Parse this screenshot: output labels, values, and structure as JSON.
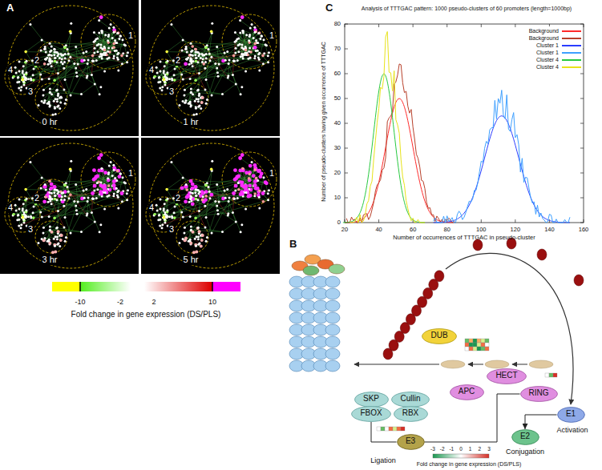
{
  "diagram": {
    "nodes": [
      {
        "text": [
          "DUB"
        ]
      },
      {
        "text": [
          "SKP"
        ]
      },
      {
        "text": [
          "Cullin"
        ]
      },
      {
        "text": [
          "FBOX"
        ]
      },
      {
        "text": [
          "RBX"
        ]
      },
      {
        "text": [
          "APC"
        ]
      },
      {
        "text": [
          "HECT"
        ]
      },
      {
        "text": [
          "RING"
        ]
      },
      {
        "text": [
          "E1"
        ]
      },
      {
        "text": [
          "E2"
        ]
      },
      {
        "text": [
          "E3"
        ]
      }
    ],
    "edges": [
      {
        "from": 10,
        "to": 3,
        "arrow": "none"
      },
      {
        "from": 10,
        "to": 7,
        "arrow": "none"
      },
      {
        "from": 8,
        "to": 9,
        "arrow": "to"
      }
    ],
    "labels": [
      "A",
      "0 hr",
      "1 hr",
      "3 hr",
      "5 hr",
      "1",
      "2",
      "3",
      "4",
      "1",
      "2",
      "3",
      "4",
      "1",
      "2",
      "3",
      "4",
      "1",
      "2",
      "3",
      "4",
      "-10",
      "-2",
      "2",
      "10",
      "Fold change in gene expression (DS/PLS)",
      "C",
      "Analysis of TTTGAC pattern: 1000 pseudo-clusters of 60 promoters (length=1000bp)",
      "Number of pseudo-clusters having given occurrence of TTTGAC",
      "Number of occurrences of TTTGAC in pseudo-cluster",
      "0",
      "10",
      "20",
      "30",
      "40",
      "50",
      "60",
      "70",
      "80",
      "20",
      "40",
      "60",
      "80",
      "100",
      "120",
      "140",
      "160",
      "B",
      "Activation",
      "Conjugation",
      "Ligation",
      "-3",
      "-2",
      "-1",
      "0",
      "1",
      "2",
      "3",
      "Fold change in gene expression (DS/PLS)"
    ],
    "legend": [
      {
        "text": "Background",
        "color": "#ff2a2a"
      },
      {
        "text": "Background",
        "color": "#b8402a"
      },
      {
        "text": "Cluster 1",
        "color": "#2b3dff"
      },
      {
        "text": "Cluster 1",
        "color": "#3ea0ff"
      },
      {
        "text": "Cluster 4",
        "color": "#27c93f"
      },
      {
        "text": "Cluster 4",
        "color": "#e8e31a"
      }
    ]
  }
}
